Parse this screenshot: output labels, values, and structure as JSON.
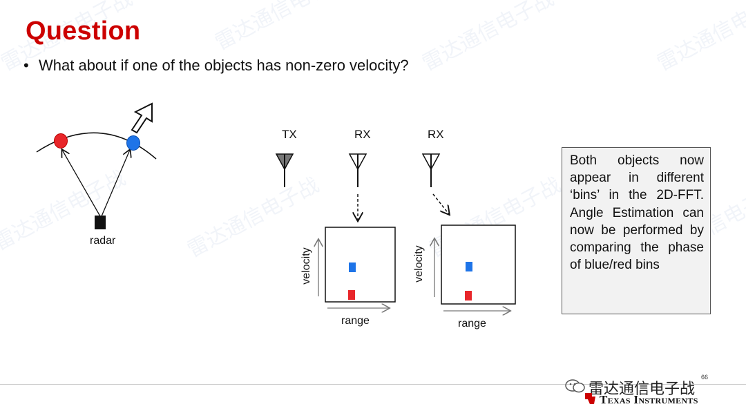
{
  "title": "Question",
  "bullet": "What about if one of the objects has non-zero velocity?",
  "bullet_marker": "•",
  "left_diagram": {
    "radar_label": "radar"
  },
  "antennas": {
    "tx_label": "TX",
    "rx1_label": "RX",
    "rx2_label": "RX"
  },
  "plot1": {
    "xlabel": "range",
    "ylabel": "velocity"
  },
  "plot2": {
    "xlabel": "range",
    "ylabel": "velocity"
  },
  "callout_text": "Both objects now appear in different ‘bins’ in the 2D-FFT. Angle Estimation can now be performed by comparing the phase of blue/red bins",
  "watermark_text": "雷达通信电子战",
  "footer": {
    "page_number": "66",
    "brand": "Texas Instruments",
    "wechat_name": "雷达通信电子战"
  },
  "colors": {
    "title": "#cc0000",
    "red_object": "#e8262a",
    "blue_object": "#1e74e8"
  }
}
